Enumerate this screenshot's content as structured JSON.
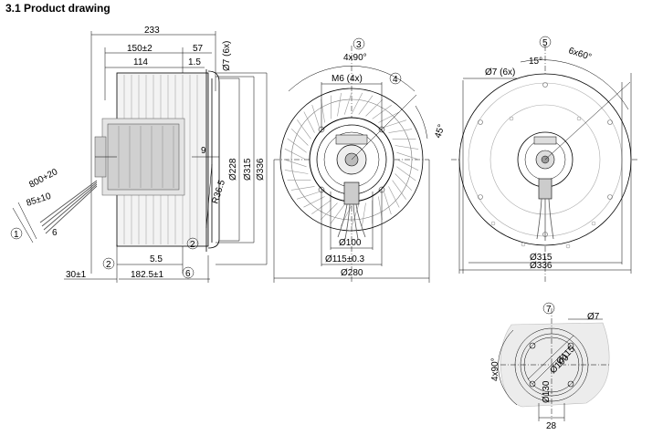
{
  "section_title": "3.1 Product drawing",
  "side_view": {
    "overall_length": "233",
    "dim_150": "150±2",
    "dim_114": "114",
    "dim_57": "57",
    "dim_1_5": "1.5",
    "dim_hole": "Ø7 (6x)",
    "dim_9": "9",
    "dim_228": "Ø228",
    "dim_315": "Ø315",
    "dim_336": "Ø336",
    "dim_r": "R36.5",
    "dim_5_5": "5.5",
    "dim_182": "182.5±1",
    "dim_30": "30±1",
    "cable_800": "800+20",
    "cable_85": "85±10",
    "cable_6": "6",
    "callout_1": "1",
    "callout_2a": "2",
    "callout_2b": "2",
    "callout_6": "6"
  },
  "front_view": {
    "callout_3": "3",
    "pattern": "4x90°",
    "thread": "M6 (4x)",
    "callout_4": "4",
    "angle": "45°",
    "dim_100": "Ø100",
    "dim_115": "Ø115±0.3",
    "dim_280": "Ø280"
  },
  "rear_view": {
    "callout_5": "5",
    "pattern": "6x60°",
    "angle": "15°",
    "hole": "Ø7 (6x)",
    "dim_315": "Ø315",
    "dim_336": "Ø336"
  },
  "detail_view": {
    "callout_7": "7",
    "hole": "Ø7",
    "dim_115": "Ø115",
    "dim_100": "Ø100",
    "dim_130": "Ø130",
    "pattern": "4x90°",
    "dim_28": "28"
  }
}
